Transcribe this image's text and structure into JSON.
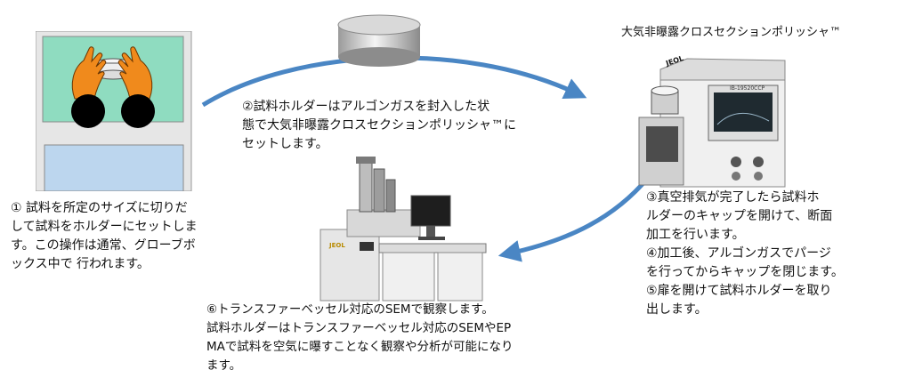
{
  "steps": {
    "step1": "① 試料を所定のサイズに切りだ\nして試料をホルダーにセットしま\nす。この操作は通常、グローブボ\nックス中で 行われます。",
    "step2": "②試料ホルダーはアルゴンガスを封入した状\n態で大気非曝露クロスセクションポリッシャ™に\nセットします。",
    "step3": "③真空排気が完了したら試料ホ\nルダーのキャップを開けて、断面\n加工を行います。\n④加工後、アルゴンガスでパージ\nを行ってからキャップを閉じます。\n⑤扉を開けて試料ホルダーを取り\n出します。",
    "step6": "⑥トランスファーベッセル対応のSEMで観察します。\n試料ホルダーはトランスファーベッセル対応のSEMやEP\nMAで試料を空気に曝すことなく観察や分析が可能になり\nます。"
  },
  "labels": {
    "polisher_title": "大気非曝露クロスセクションポリッシャ™",
    "polisher_brand": "JEOL",
    "polisher_model": "IB-19520CCP",
    "sem_brand": "JEOL"
  },
  "colors": {
    "arrow": "#4a86c4",
    "glovebox_window": "#8fdcc0",
    "glovebox_lower": "#bcd6ee",
    "glove": "#f08a1c",
    "sem_body": "#e6e6e6"
  },
  "icons": {
    "glovebox": "glovebox-illustration",
    "holder": "sample-holder-cylinder",
    "polisher": "cross-section-polisher-machine",
    "sem": "sem-instrument"
  }
}
